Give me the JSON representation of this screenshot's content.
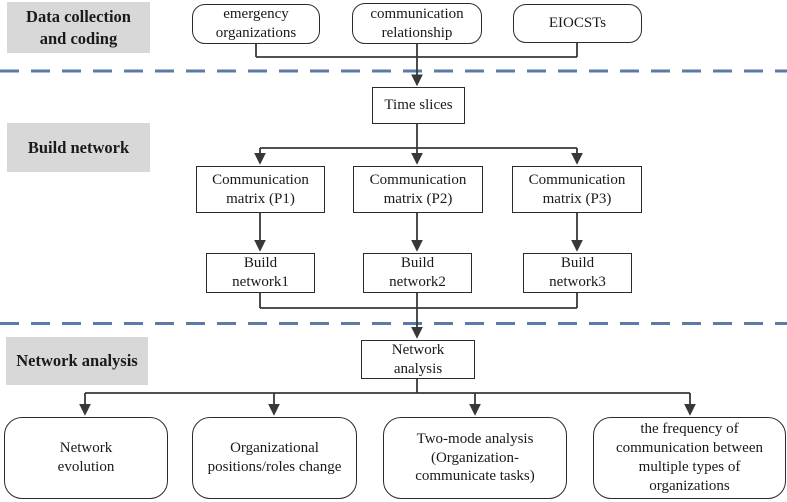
{
  "colors": {
    "section_label_bg": "#d8d8d8",
    "dashed_line_color": "#5b7aa6",
    "box_border_color": "#2b2b2b",
    "connector_color": "#383838",
    "text_color": "#1a1a1a"
  },
  "sections": {
    "data_collection": {
      "label": "Data collection\nand coding"
    },
    "build_network": {
      "label": "Build network"
    },
    "network_analysis": {
      "label": "Network analysis"
    }
  },
  "nodes": {
    "emergency_organizations": {
      "label": "emergency\norganizations"
    },
    "communication_relationship": {
      "label": "communication\nrelationship"
    },
    "eiocsts": {
      "label": "EIOCSTs"
    },
    "time_slices": {
      "label": "Time slices"
    },
    "matrix_p1": {
      "label": "Communication\nmatrix (P1)"
    },
    "matrix_p2": {
      "label": "Communication\nmatrix (P2)"
    },
    "matrix_p3": {
      "label": "Communication\nmatrix (P3)"
    },
    "build_network1": {
      "label": "Build\nnetwork1"
    },
    "build_network2": {
      "label": "Build\nnetwork2"
    },
    "build_network3": {
      "label": "Build\nnetwork3"
    },
    "network_analysis_node": {
      "label": "Network\nanalysis"
    },
    "network_evolution": {
      "label": "Network\nevolution"
    },
    "org_positions_roles": {
      "label": "Organizational\npositions/roles change"
    },
    "two_mode_analysis": {
      "label": "Two-mode analysis\n(Organization-\ncommunicate tasks)"
    },
    "frequency_communication": {
      "label": "the frequency of\ncommunication between\nmultiple types of\norganizations"
    }
  }
}
